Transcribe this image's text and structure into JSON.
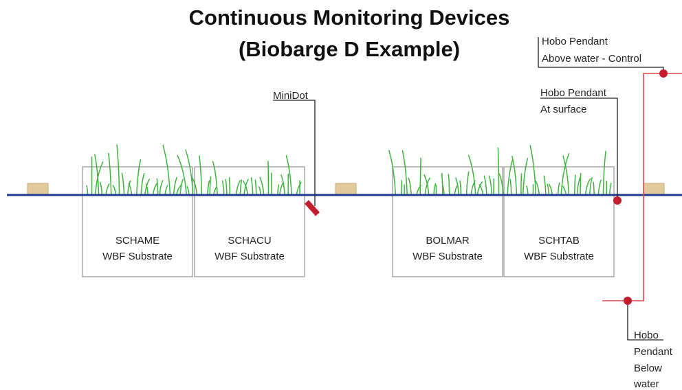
{
  "title": {
    "line1": "Continuous Monitoring Devices",
    "line2": "(Biobarge D Example)"
  },
  "containers": [
    {
      "species": "SCHAME",
      "substrate": "WBF Substrate"
    },
    {
      "species": "SCHACU",
      "substrate": "WBF Substrate"
    },
    {
      "species": "BOLMAR",
      "substrate": "WBF Substrate"
    },
    {
      "species": "SCHTAB",
      "substrate": "WBF Substrate"
    }
  ],
  "devices": {
    "minidot": {
      "label": "MiniDot"
    },
    "hobo_control": {
      "line1": "Hobo Pendant",
      "line2": "Above water - Control"
    },
    "hobo_surface": {
      "line1": "Hobo Pendant",
      "line2": "At surface"
    },
    "hobo_below": {
      "line1": "Hobo",
      "line2": "Pendant",
      "line3": "Below",
      "line4": "water"
    }
  },
  "colors": {
    "water_line": "#1f3b8f",
    "grass": "#3cb43c",
    "sensor": "#c41e2e",
    "sensor_cable": "#e0434d",
    "float": "#e2ca9c"
  }
}
